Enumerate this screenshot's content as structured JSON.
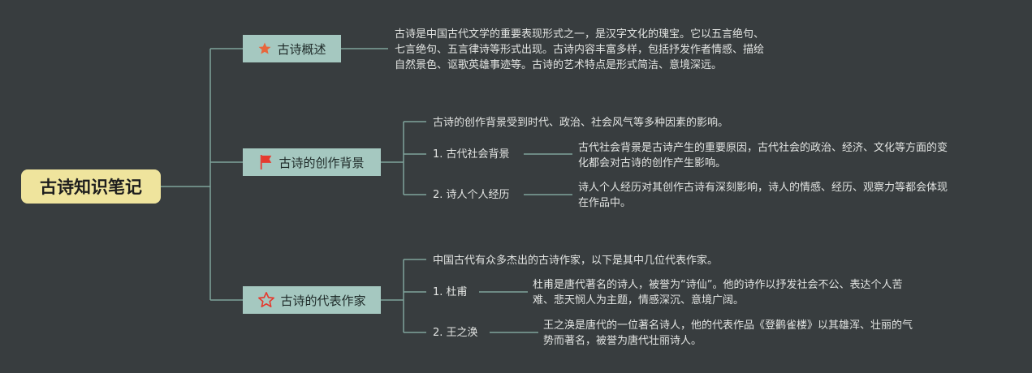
{
  "root": {
    "title": "古诗知识笔记"
  },
  "topics": [
    {
      "label": "古诗概述",
      "icon": "star-filled-icon",
      "text_lines": [
        "古诗是中国古代文学的重要表现形式之一，是汉字文化的瑰宝。它以五言绝句、",
        "七言绝句、五言律诗等形式出现。古诗内容丰富多样，包括抒发作者情感、描绘",
        "自然景色、讴歌英雄事迹等。古诗的艺术特点是形式简洁、意境深远。"
      ]
    },
    {
      "label": "古诗的创作背景",
      "icon": "flag-icon",
      "intro": "古诗的创作背景受到时代、政治、社会风气等多种因素的影响。",
      "items": [
        {
          "label": "1. 古代社会背景",
          "text_lines": [
            "古代社会背景是古诗产生的重要原因，古代社会的政治、经济、文化等方面的变",
            "化都会对古诗的创作产生影响。"
          ]
        },
        {
          "label": "2. 诗人个人经历",
          "text_lines": [
            "诗人个人经历对其创作古诗有深刻影响，诗人的情感、经历、观察力等都会体现",
            "在作品中。"
          ]
        }
      ]
    },
    {
      "label": "古诗的代表作家",
      "icon": "star-outline-icon",
      "intro": "中国古代有众多杰出的古诗作家，以下是其中几位代表作家。",
      "items": [
        {
          "label": "1. 杜甫",
          "text_lines": [
            "杜甫是唐代著名的诗人，被誉为“诗仙”。他的诗作以抒发社会不公、表达个人苦",
            "难、悲天悯人为主题，情感深沉、意境广阔。"
          ]
        },
        {
          "label": "2. 王之涣",
          "text_lines": [
            "王之涣是唐代的一位著名诗人，他的代表作品《登鹳雀楼》以其雄浑、壮丽的气",
            "势而著名，被誉为唐代壮丽诗人。"
          ]
        }
      ]
    }
  ],
  "colors": {
    "background": "#383d3f",
    "root_fill": "#efe49d",
    "topic_fill": "#a5c8c0",
    "connector": "#7fa39b",
    "star_orange": "#e8663c",
    "flag_red": "#e53a2f"
  }
}
